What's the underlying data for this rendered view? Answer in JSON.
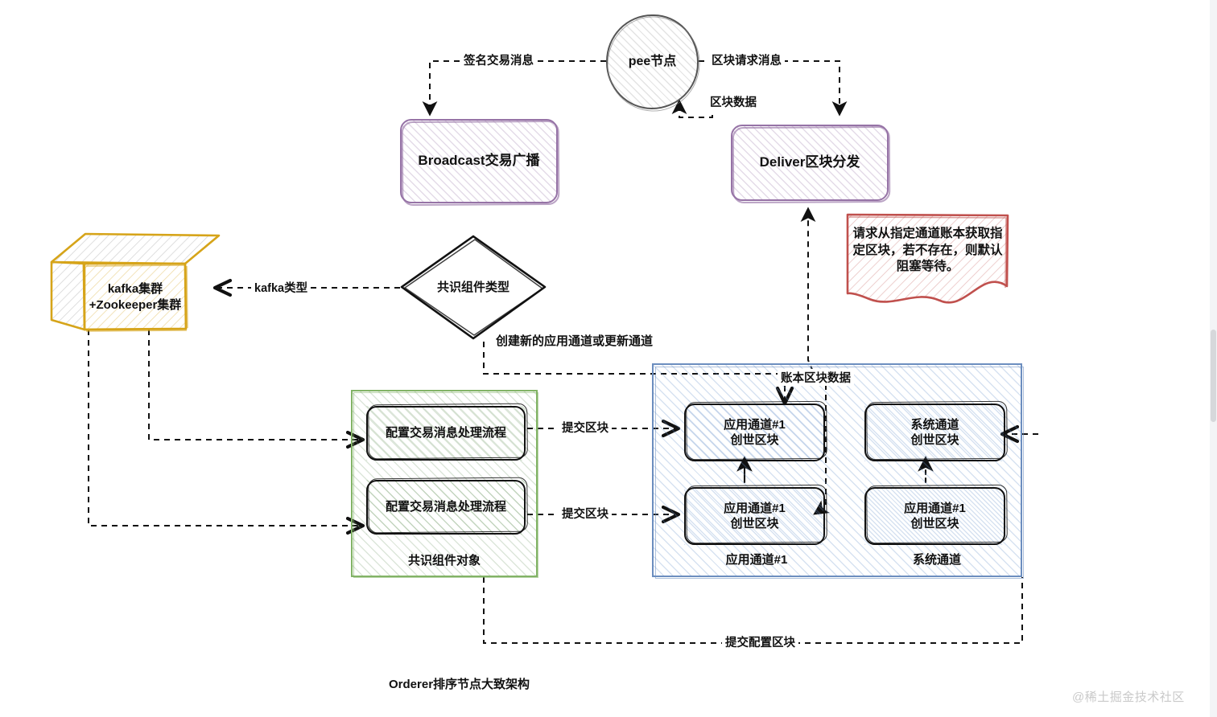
{
  "diagram": {
    "caption": "Orderer排序节点大致架构",
    "watermark": "@稀土掘金技术社区",
    "colors": {
      "purple": "#9673a6",
      "orange": "#d6a419",
      "red": "#c0504d",
      "green": "#82b366",
      "blue": "#6c8ebf",
      "black": "#111111"
    }
  },
  "nodes": {
    "peer": {
      "label": "pee节点"
    },
    "broadcast": {
      "label": "Broadcast交易广播"
    },
    "deliver": {
      "label": "Deliver区块分发"
    },
    "deliver_note": {
      "label": "请求从指定通道账本获取指定区块，若不存在，则默认阻塞等待。"
    },
    "kafka_cluster": {
      "line1": "kafka集群",
      "line2": "+Zookeeper集群"
    },
    "consensus_type": {
      "label": "共识组件类型"
    }
  },
  "panels": {
    "consensus_object": {
      "title": "共识组件对象",
      "boxes": [
        {
          "label": "配置交易消息处理流程"
        },
        {
          "label": "配置交易消息处理流程"
        }
      ]
    },
    "ledger": {
      "app_channel_title": "应用通道#1",
      "system_channel_title": "系统通道",
      "blocks": [
        {
          "line1": "应用通道#1",
          "line2": "创世区块"
        },
        {
          "line1": "系统通道",
          "line2": "创世区块"
        },
        {
          "line1": "应用通道#1",
          "line2": "创世区块"
        },
        {
          "line1": "应用通道#1",
          "line2": "创世区块"
        }
      ]
    }
  },
  "edges": {
    "signed_tx_msg": "签名交易消息",
    "block_request_msg": "区块请求消息",
    "block_data": "区块数据",
    "kafka_type": "kafka类型",
    "create_or_update_channel": "创建新的应用通道或更新通道",
    "ledger_block_data": "账本区块数据",
    "commit_block_1": "提交区块",
    "commit_block_2": "提交区块",
    "commit_config_block": "提交配置区块"
  }
}
